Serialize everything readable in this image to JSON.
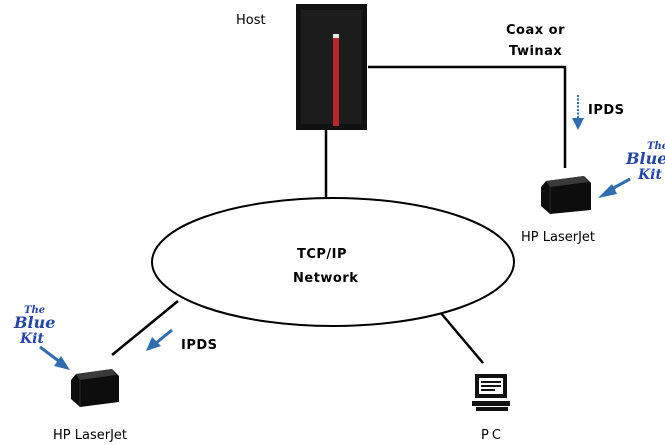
{
  "host": {
    "label": "Host"
  },
  "link": {
    "line1": "Coax or",
    "line2": "Twinax"
  },
  "network": {
    "line1": "TCP/IP",
    "line2": "Network"
  },
  "protocol": {
    "ipds_top": "IPDS",
    "ipds_bottom": "IPDS"
  },
  "printers": {
    "right_label": "HP LaserJet",
    "left_label": "HP LaserJet"
  },
  "pc": {
    "label": "PC"
  },
  "logo": {
    "text_line1": "The",
    "text_line2": "Blue",
    "text_line3": "Kit"
  },
  "colors": {
    "host_body": "#111111",
    "host_stripe": "#b8262b",
    "arrow": "#2d6db0",
    "logo": "#2346a8",
    "lines": "#000000"
  },
  "icons": [
    "mainframe-icon",
    "printer-icon",
    "computer-icon",
    "blue-kit-logo"
  ]
}
